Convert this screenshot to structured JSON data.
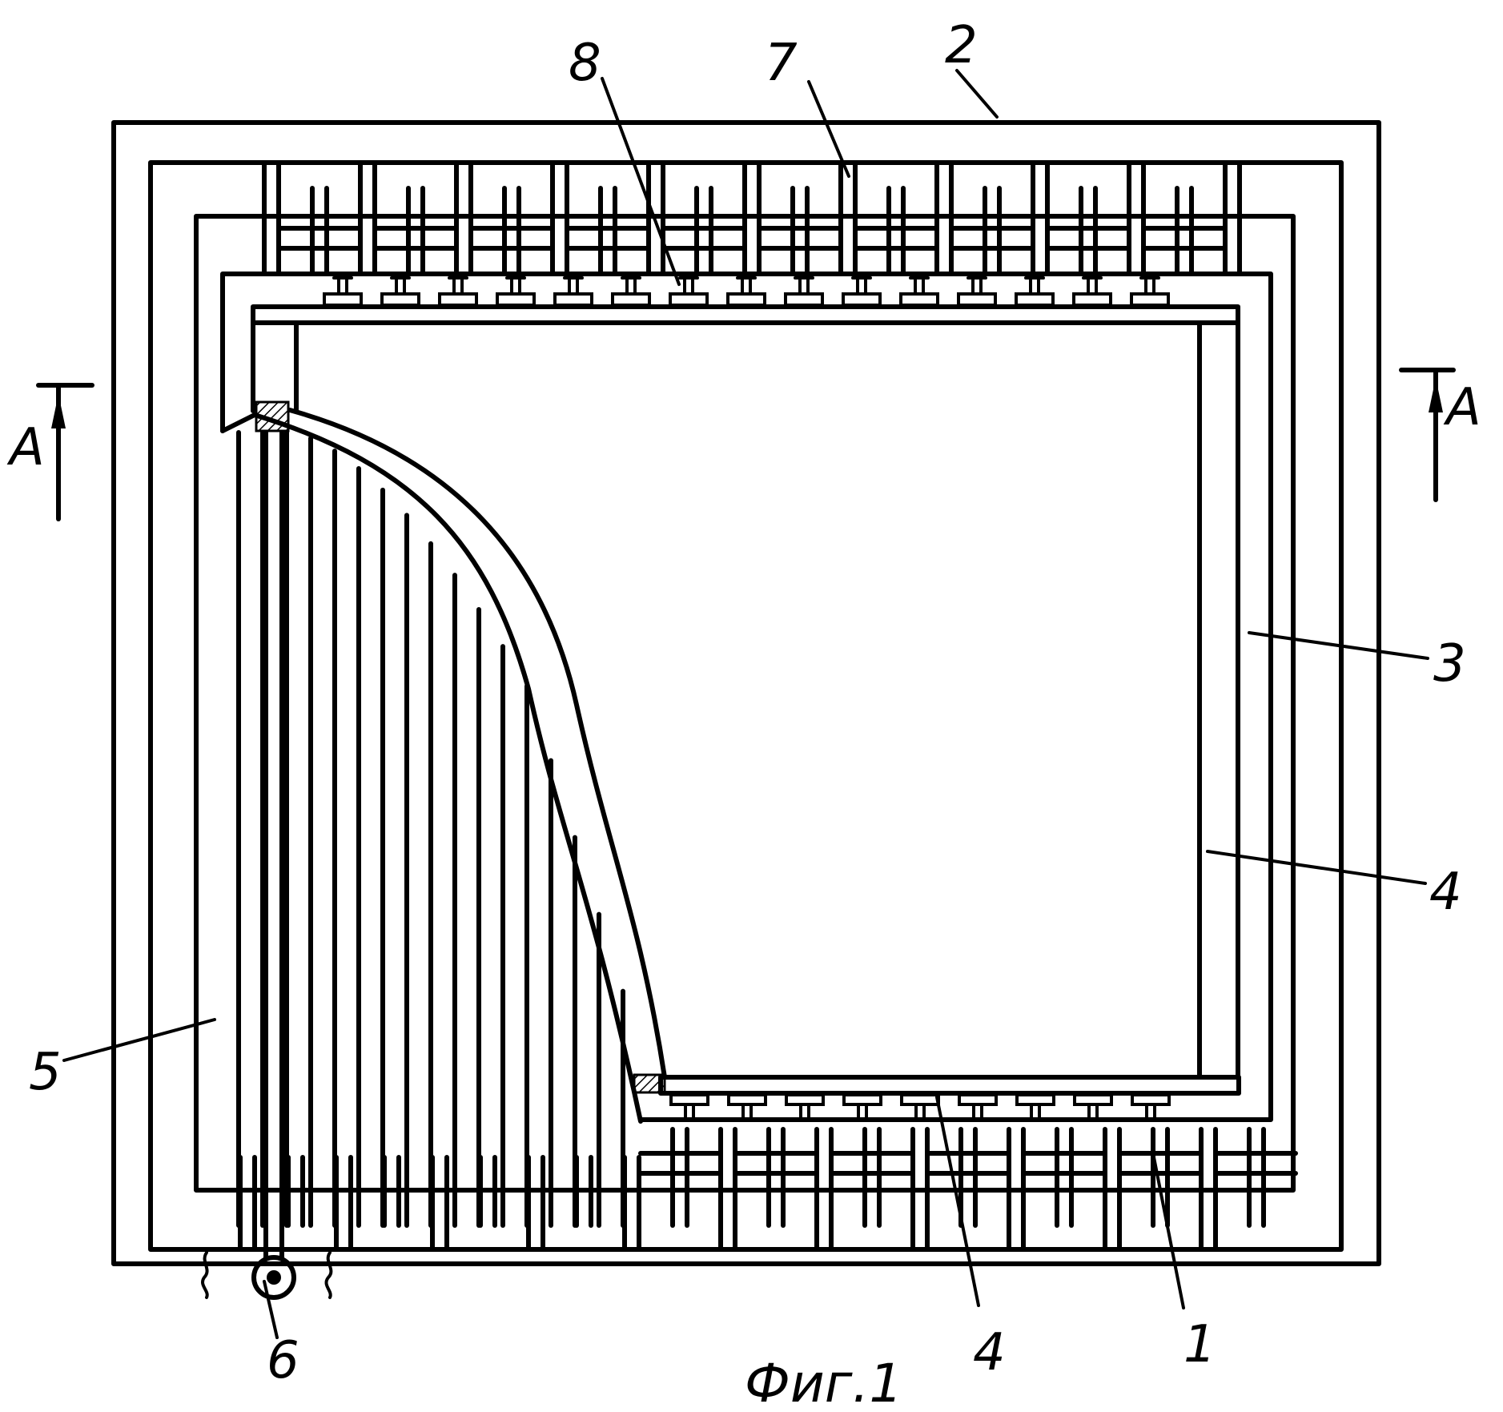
{
  "figure": {
    "caption": "Фиг.1",
    "section_marker": "A",
    "labels": {
      "l1": "1",
      "l2": "2",
      "l3": "3",
      "l4a": "4",
      "l4b": "4",
      "l5": "5",
      "l6": "6",
      "l7": "7",
      "l8": "8"
    }
  }
}
